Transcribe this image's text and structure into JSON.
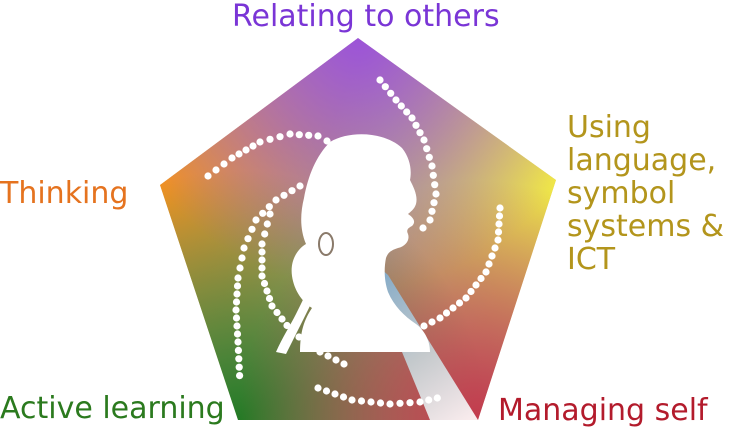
{
  "diagram": {
    "segments": [
      {
        "id": "top",
        "label": "Relating to others",
        "color": "#9b4fdc"
      },
      {
        "id": "left",
        "label": "Thinking",
        "color": "#f08a22"
      },
      {
        "id": "right",
        "lines": [
          "Using",
          "language,",
          "symbol",
          "systems &",
          "ICT"
        ],
        "color": "#f3e64a"
      },
      {
        "id": "bottom-left",
        "label": "Active learning",
        "color": "#2e8a26"
      },
      {
        "id": "bottom-right",
        "label": "Managing self",
        "color": "#c43a4a"
      }
    ],
    "center_icon": "girl-silhouette-icon"
  },
  "colors": {
    "relating": "#7a35d6",
    "thinking": "#e5731f",
    "language": "#b3951c",
    "active": "#2b7a1e",
    "managing": "#b31b2c",
    "dots": "#ffffff"
  }
}
